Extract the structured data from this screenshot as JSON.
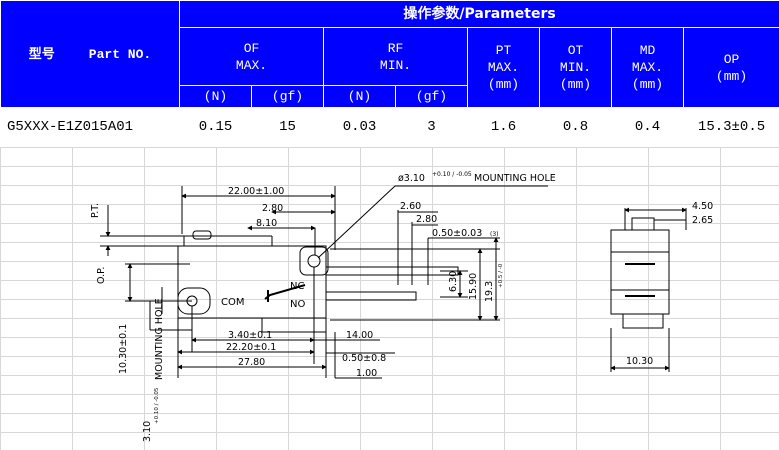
{
  "table": {
    "title": "操作参数/Parameters",
    "model_label": "型号",
    "part_no_label": "Part NO.",
    "columns": {
      "of": {
        "label_1": "OF",
        "label_2": "MAX.",
        "unit_n": "(N)",
        "unit_gf": "(gf)"
      },
      "rf": {
        "label_1": "RF",
        "label_2": "MIN.",
        "unit_n": "(N)",
        "unit_gf": "(gf)"
      },
      "pt": {
        "label_1": "PT",
        "label_2": "MAX.",
        "unit": "(mm)"
      },
      "ot": {
        "label_1": "OT",
        "label_2": "MIN.",
        "unit": "(mm)"
      },
      "md": {
        "label_1": "MD",
        "label_2": "MAX.",
        "unit": "(mm)"
      },
      "op": {
        "label_1": "OP",
        "unit": "(mm)"
      }
    },
    "row": {
      "part_no": "G5XXX-E1Z015A01",
      "of_n": "0.15",
      "of_gf": "15",
      "rf_n": "0.03",
      "rf_gf": "3",
      "pt": "1.6",
      "ot": "0.8",
      "md": "0.4",
      "op": "15.3±0.5"
    }
  },
  "drawing": {
    "labels": {
      "pt": "P.T.",
      "op": "O.P.",
      "dim_22": "22.00±1.00",
      "dim_280": "2.80",
      "dim_810": "8.10",
      "hole": "ø3.10",
      "hole_tol": "+0.10 / -0.05",
      "hole_label": "MOUNTING HOLE",
      "dim_260": "2.60",
      "dim_280b": "2.80",
      "dim_050": "0.50±0.03",
      "dim_050_sup": "(3)",
      "dim_630": "6.30",
      "dim_1590": "15.90",
      "dim_193": "19.3",
      "dim_193_tol": "+0.5 / -0",
      "com": "COM",
      "nc": "NC",
      "no": "NO",
      "dim_1030v": "10.30±0.1",
      "dim_340": "3.40±0.1",
      "dim_2220": "22.20±0.1",
      "dim_2780": "27.80",
      "dim_1400": "14.00",
      "dim_050b": "0.50±0.8",
      "dim_100": "1.00",
      "hole_v": "3.10",
      "hole_v_tol": "+0.10 / -0.05",
      "hole_v_label": "MOUNTING HOLE",
      "dim_450": "4.50",
      "dim_265": "2.65",
      "dim_1030": "10.30"
    }
  }
}
